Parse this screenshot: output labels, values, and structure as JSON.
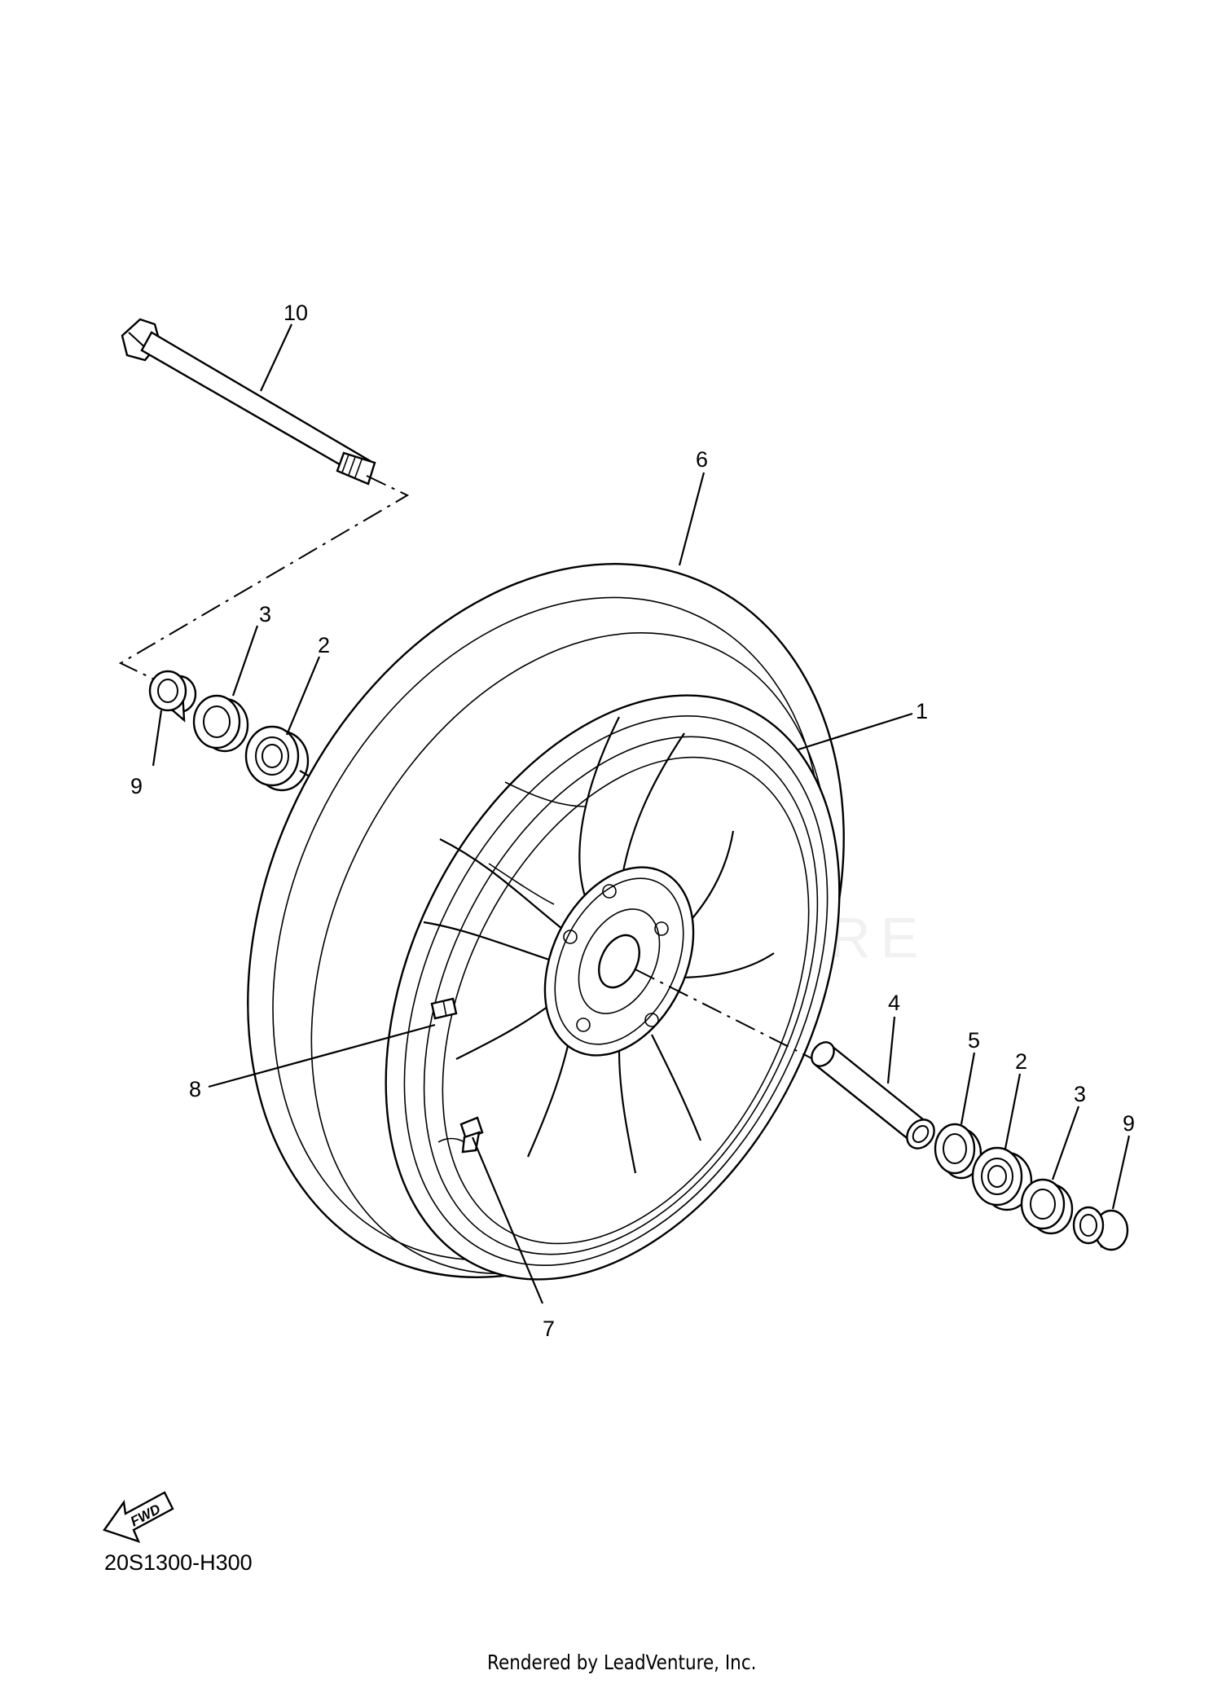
{
  "diagram": {
    "code": "20S1300-H300",
    "credit": "Rendered by LeadVenture, Inc.",
    "fwd_label": "FWD",
    "callouts": [
      {
        "id": "c10",
        "label": "10"
      },
      {
        "id": "c6",
        "label": "6"
      },
      {
        "id": "c3a",
        "label": "3"
      },
      {
        "id": "c2a",
        "label": "2"
      },
      {
        "id": "c1",
        "label": "1"
      },
      {
        "id": "c9a",
        "label": "9"
      },
      {
        "id": "c4",
        "label": "4"
      },
      {
        "id": "c5",
        "label": "5"
      },
      {
        "id": "c2b",
        "label": "2"
      },
      {
        "id": "c3b",
        "label": "3"
      },
      {
        "id": "c9b",
        "label": "9"
      },
      {
        "id": "c8",
        "label": "8"
      },
      {
        "id": "c7",
        "label": "7"
      }
    ]
  }
}
